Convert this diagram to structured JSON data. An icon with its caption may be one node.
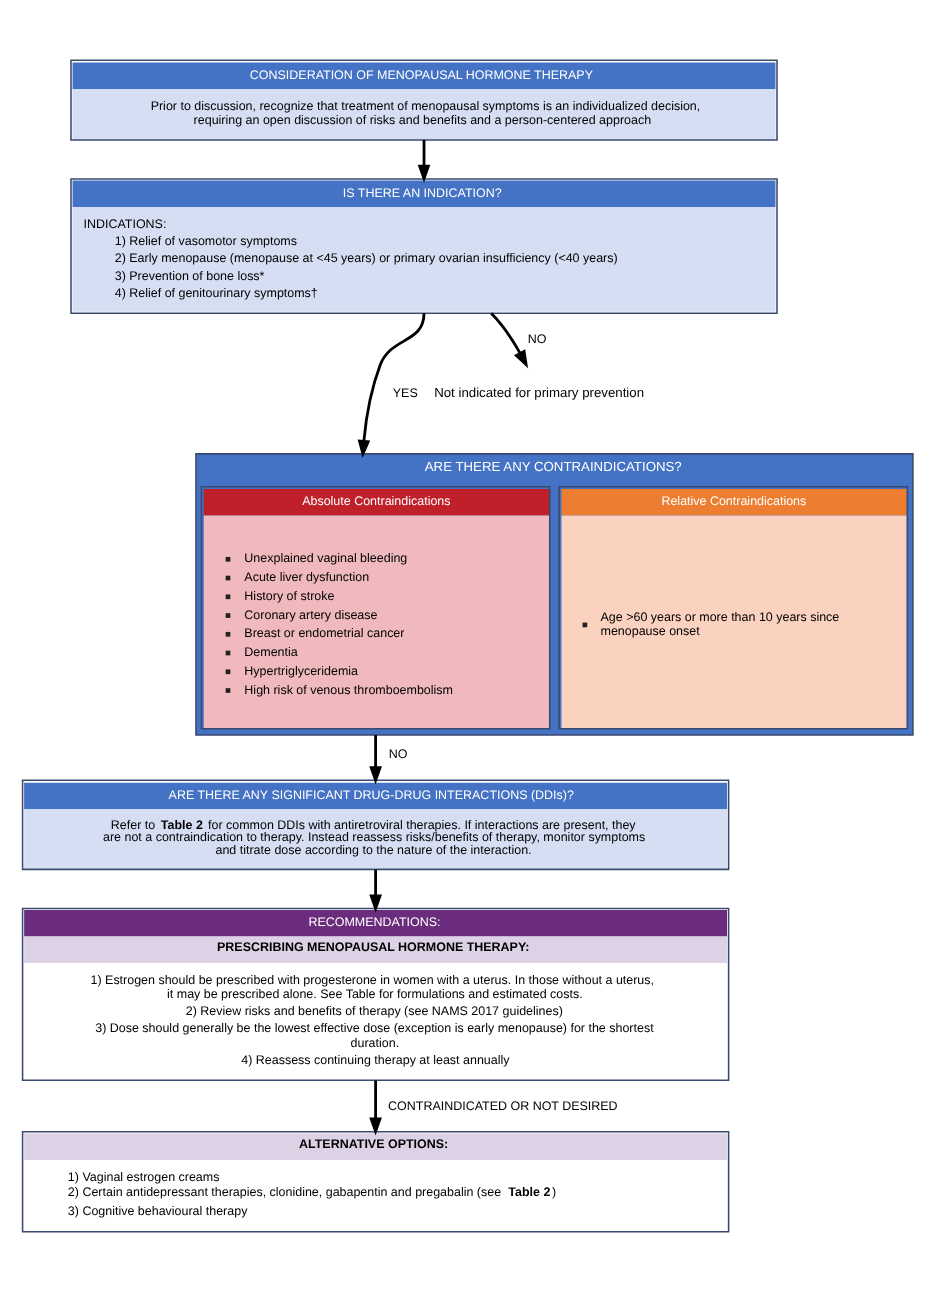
{
  "diagram": {
    "nodes": [
      {
        "text": [
          "CONSIDERATION OF MENOPAUSAL HORMONE THERAPY",
          "Prior to discussion, recognize that treatment of menopausal symptoms is an individualized decision, requiring an open discussion of risks and benefits and a person-centered approach"
        ]
      },
      {
        "text": [
          "IS THERE AN INDICATION?",
          "INDICATIONS:",
          "1) Relief of vasomotor symptoms",
          "2) Early menopause (menopause at <45 years) or primary ovarian insufficiency (<40 years)",
          "3) Prevention of bone loss*",
          "4) Relief of genitourinary symptoms†"
        ]
      },
      {
        "text": [
          "Not indicated for primary prevention"
        ]
      },
      {
        "text": [
          "ARE THERE ANY CONTRAINDICATIONS?"
        ]
      },
      {
        "text": [
          "Absolute Contraindications",
          "Unexplained vaginal bleeding",
          "Acute liver dysfunction",
          "History of stroke",
          "Coronary artery disease",
          "Breast or endometrial cancer",
          "Dementia",
          "Hypertriglyceridemia",
          "High risk of venous thromboembolism"
        ],
        "in": 3
      },
      {
        "text": [
          "Relative Contraindications",
          "Age >60 years or more than 10 years since menopause onset"
        ],
        "in": 3
      },
      {
        "text": [
          "ARE THERE ANY SIGNIFICANT DRUG-DRUG INTERACTIONS (DDIs)?",
          "Refer to **Table 2** for common DDIs with antiretroviral therapies. If interactions are present, they are not a contraindication to therapy. Instead reassess risks/benefits of therapy, monitor symptoms and titrate dose according to the nature of the interaction."
        ]
      },
      {
        "text": [
          "RECOMMENDATIONS:",
          "PRESCRIBING MENOPAUSAL HORMONE THERAPY:",
          "1) Estrogen should be prescribed with progesterone in women with a uterus. In those without a uterus, it may be prescribed alone. See Table for formulations and estimated costs.",
          "2) Review risks and benefits of therapy (see NAMS 2017 guidelines)",
          "3) Dose should generally be the lowest effective dose (exception is early menopause) for the shortest duration.",
          "4) Reassess continuing therapy at least annually"
        ]
      },
      {
        "text": [
          "ALTERNATIVE OPTIONS:",
          "1) Vaginal estrogen creams",
          "2) Certain antidepressant therapies, clonidine, gabapentin and pregabalin (see **Table 2**)",
          "3) Cognitive behavioural therapy"
        ]
      }
    ],
    "edges": [
      {
        "from": 0,
        "to": 1,
        "arrow": "to"
      },
      {
        "from": 1,
        "to": 3,
        "arrow": "to",
        "label": "YES"
      },
      {
        "from": 1,
        "to": 2,
        "arrow": "to",
        "label": "NO"
      },
      {
        "from": 3,
        "to": 6,
        "arrow": "to",
        "label": "NO"
      },
      {
        "from": 6,
        "to": 7,
        "arrow": "to"
      },
      {
        "from": 7,
        "to": 8,
        "arrow": "to",
        "label": "CONTRAINDICATED OR NOT DESIRED"
      }
    ]
  }
}
